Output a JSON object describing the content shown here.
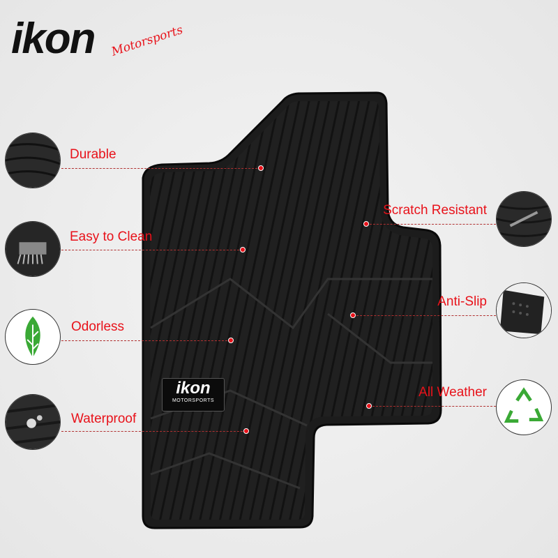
{
  "brand": {
    "logo_text": "ikon",
    "logo_script": "Motorsports",
    "badge_text": "ikon",
    "badge_sub": "MOTORSPORTS"
  },
  "colors": {
    "accent": "#e8121a",
    "mat": "#1e1e1e",
    "leaf": "#3aa935",
    "recycle": "#3aa935"
  },
  "features": {
    "left": [
      {
        "label": "Durable",
        "icon": "mat-texture-icon"
      },
      {
        "label": "Easy to Clean",
        "icon": "brush-icon"
      },
      {
        "label": "Odorless",
        "icon": "leaf-icon"
      },
      {
        "label": "Waterproof",
        "icon": "water-drops-icon"
      }
    ],
    "right": [
      {
        "label": "Scratch Resistant",
        "icon": "scratch-tool-icon"
      },
      {
        "label": "Anti-Slip",
        "icon": "anti-slip-nibs-icon"
      },
      {
        "label": "All Weather",
        "icon": "recycle-icon"
      }
    ]
  }
}
